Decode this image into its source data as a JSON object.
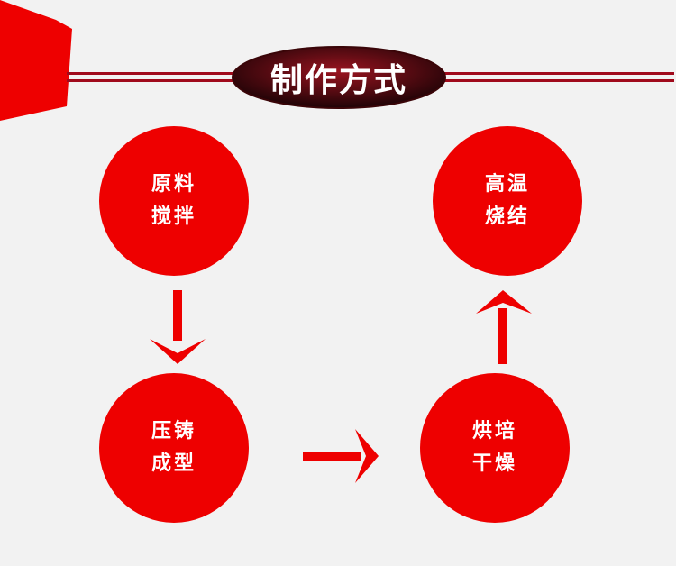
{
  "title": "制作方式",
  "colors": {
    "background": "#f2f2f2",
    "accent": "#ee0000",
    "rule": "#a00a1c",
    "badge": "#7a0a14",
    "text_on_accent": "#ffffff"
  },
  "steps": [
    {
      "line1": "原料",
      "line2": "搅拌"
    },
    {
      "line1": "压铸",
      "line2": "成型"
    },
    {
      "line1": "烘培",
      "line2": "干燥"
    },
    {
      "line1": "高温",
      "line2": "烧结"
    }
  ],
  "arrows": [
    {
      "from": 1,
      "to": 2,
      "direction": "down"
    },
    {
      "from": 2,
      "to": 3,
      "direction": "right"
    },
    {
      "from": 3,
      "to": 4,
      "direction": "up"
    }
  ]
}
